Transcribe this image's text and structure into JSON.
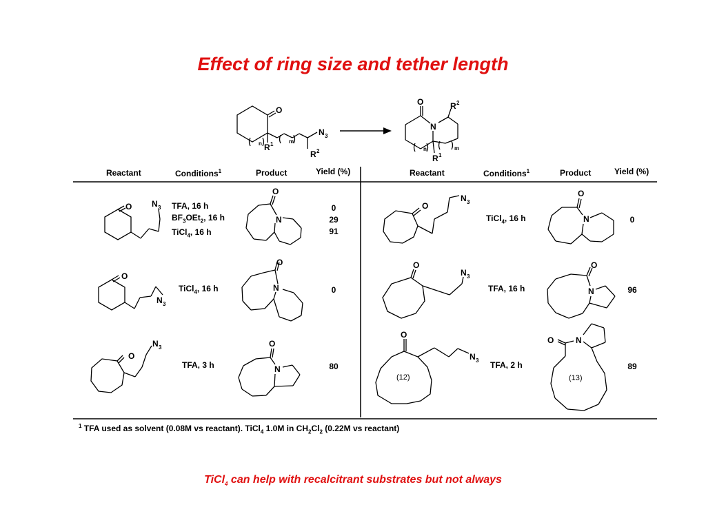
{
  "title": "Effect of ring size and tether length",
  "scheme": {
    "ketone_o": "O",
    "azide_n": "N",
    "azide_sub": "3",
    "r1": "R",
    "r1_sup": "1",
    "r2": "R",
    "r2_sup": "2",
    "n": "n",
    "m": "m",
    "lactam_o": "O",
    "lactam_n": "N",
    "prod_r1": "R",
    "prod_r1_sup": "1",
    "prod_r2": "R",
    "prod_r2_sup": "2",
    "prod_n": "n",
    "prod_m": "m"
  },
  "headers": {
    "reactant": "Reactant",
    "conditions": "Conditions",
    "conditions_sup": "1",
    "product": "Product",
    "yield": "Yield (%)"
  },
  "atoms": {
    "O": "O",
    "N": "N",
    "N3": "N",
    "N3_sub": "3",
    "ring12": "(12)",
    "ring13": "(13)"
  },
  "rows": [
    {
      "conditions": [
        {
          "main": "TFA, 16 h"
        },
        {
          "pre": "BF",
          "sub1": "3",
          "mid": "OEt",
          "sub2": "2",
          "post": ", 16 h"
        },
        {
          "pre": "TiCl",
          "sub1": "4",
          "post": ", 16 h"
        }
      ],
      "yields": [
        "0",
        "29",
        "91"
      ]
    },
    {
      "conditions": [
        {
          "pre": "TiCl",
          "sub1": "4",
          "post": ", 16 h"
        }
      ],
      "yields": [
        "0"
      ]
    },
    {
      "conditions": [
        {
          "main": "TFA, 3 h"
        }
      ],
      "yields": [
        "80"
      ]
    },
    {
      "conditions": [
        {
          "pre": "TiCl",
          "sub1": "4",
          "post": ", 16 h"
        }
      ],
      "yields": [
        "0"
      ]
    },
    {
      "conditions": [
        {
          "main": "TFA, 16 h"
        }
      ],
      "yields": [
        "96"
      ]
    },
    {
      "conditions": [
        {
          "main": "TFA, 2 h"
        }
      ],
      "yields": [
        "89"
      ]
    }
  ],
  "footnote": {
    "marker": "1",
    "p1": " TFA used as solvent (0.08M vs reactant). TiCl",
    "s1": "4",
    "p2": " 1.0M in CH",
    "s2": "2",
    "p3": "Cl",
    "s3": "2",
    "p4": " (0.22M vs reactant)"
  },
  "conclusion": {
    "pre": "TiCl",
    "sub": "4",
    "post": " can help with recalcitrant substrates but not always"
  }
}
